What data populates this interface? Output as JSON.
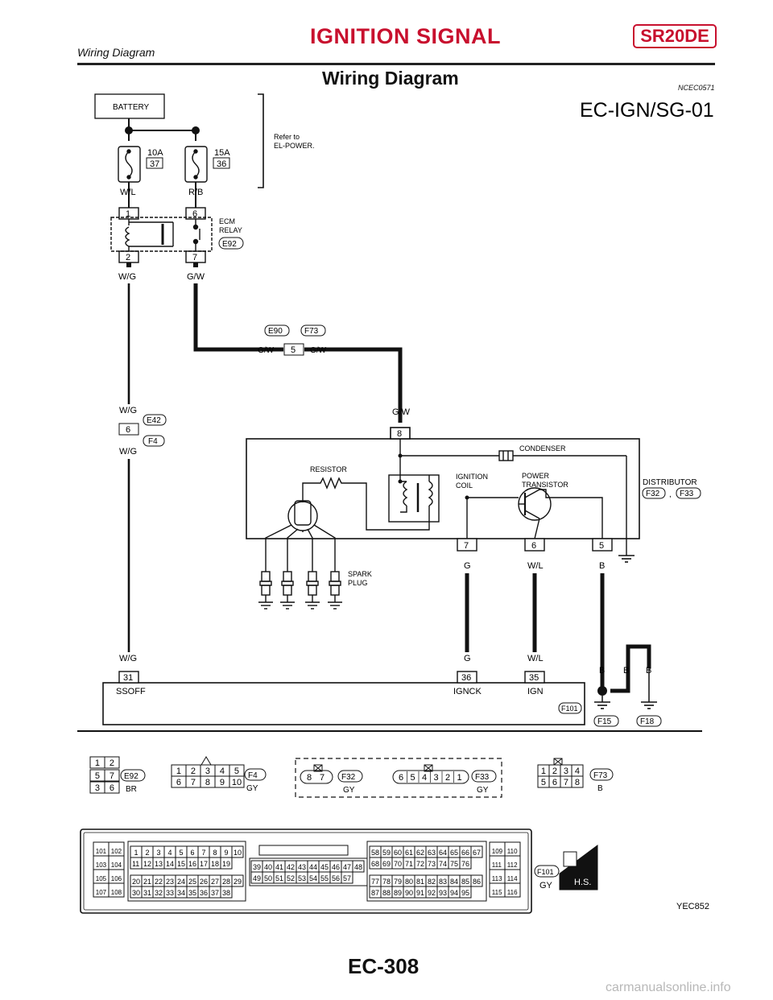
{
  "header": {
    "title": "IGNITION SIGNAL",
    "model": "SR20DE",
    "subtitle": "Wiring Diagram"
  },
  "page": {
    "heading": "Wiring Diagram",
    "ref_code": "NCEC0571",
    "diagram_id": "EC-IGN/SG-01",
    "figure_id": "YEC852",
    "page_number": "EC-308",
    "watermark": "carmanualsonline.info"
  },
  "diagram": {
    "battery": "BATTERY",
    "fuse1": {
      "rating": "10A",
      "number": "37"
    },
    "fuse2": {
      "rating": "15A",
      "number": "36"
    },
    "refer_to": [
      "Refer to",
      "EL-POWER."
    ],
    "ecm_relay": {
      "label": [
        "ECM",
        "RELAY"
      ],
      "connector": "E92",
      "pins": [
        "1",
        "6",
        "2",
        "7"
      ]
    },
    "wires": {
      "wl": "W/L",
      "rb": "R/B",
      "wg": "W/G",
      "gw": "G/W",
      "g": "G",
      "b": "B"
    },
    "joint": {
      "left": "E90",
      "right": "F73",
      "pin": "5"
    },
    "connector_e42": {
      "name": "E42",
      "pin": "6",
      "mate": "F4"
    },
    "distributor": {
      "label": "DISTRIBUTOR",
      "connectors": [
        "F32",
        "F33"
      ],
      "sep": ",",
      "pin_top": "8",
      "pins": [
        "7",
        "6",
        "5"
      ],
      "condenser": "CONDENSER",
      "resistor": "RESISTOR",
      "ignition_coil": [
        "IGNITION",
        "COIL"
      ],
      "power_transistor": [
        "POWER",
        "TRANSISTOR"
      ],
      "spark_plug": [
        "SPARK",
        "PLUG"
      ]
    },
    "ecm": {
      "pins": [
        {
          "pin": "31",
          "name": "SSOFF"
        },
        {
          "pin": "36",
          "name": "IGNCK"
        },
        {
          "pin": "35",
          "name": "IGN"
        }
      ],
      "connector": "F101"
    },
    "grounds": [
      "F15",
      "F18"
    ]
  },
  "connectors": {
    "e92": {
      "name": "E92",
      "color": "BR",
      "rows": [
        [
          "1",
          "2"
        ],
        [
          "5",
          "7"
        ],
        [
          "3",
          "6"
        ]
      ]
    },
    "f4": {
      "name": "F4",
      "color": "GY",
      "rows": [
        [
          "1",
          "2",
          "3",
          "4",
          "5"
        ],
        [
          "6",
          "7",
          "8",
          "9",
          "10"
        ]
      ]
    },
    "f32": {
      "name": "F32",
      "color": "GY",
      "rows": [
        [
          "8",
          "7"
        ]
      ]
    },
    "f33": {
      "name": "F33",
      "color": "GY",
      "rows": [
        [
          "6",
          "5",
          "4",
          "3",
          "2",
          "1"
        ]
      ]
    },
    "f73": {
      "name": "F73",
      "color": "B",
      "rows": [
        [
          "1",
          "2",
          "3",
          "4"
        ],
        [
          "5",
          "6",
          "7",
          "8"
        ]
      ]
    },
    "f101": {
      "name": "F101",
      "color": "GY",
      "hs": "H.S."
    },
    "ecm_block": {
      "g1": [
        [
          "101",
          "102"
        ],
        [
          "103",
          "104"
        ],
        [
          "105",
          "106"
        ],
        [
          "107",
          "108"
        ]
      ],
      "g2": [
        [
          "1",
          "2",
          "3",
          "4",
          "5",
          "6",
          "7",
          "8",
          "9",
          "10"
        ],
        [
          "11",
          "12",
          "13",
          "14",
          "15",
          "16",
          "17",
          "18",
          "19"
        ],
        [
          "20",
          "21",
          "22",
          "23",
          "24",
          "25",
          "26",
          "27",
          "28",
          "29"
        ],
        [
          "30",
          "31",
          "32",
          "33",
          "34",
          "35",
          "36",
          "37",
          "38"
        ]
      ],
      "g3": [
        [
          "39",
          "40",
          "41",
          "42",
          "43",
          "44",
          "45",
          "46",
          "47",
          "48"
        ],
        [
          "49",
          "50",
          "51",
          "52",
          "53",
          "54",
          "55",
          "56",
          "57"
        ]
      ],
      "g4": [
        [
          "58",
          "59",
          "60",
          "61",
          "62",
          "63",
          "64",
          "65",
          "66",
          "67"
        ],
        [
          "68",
          "69",
          "70",
          "71",
          "72",
          "73",
          "74",
          "75",
          "76"
        ],
        [
          "77",
          "78",
          "79",
          "80",
          "81",
          "82",
          "83",
          "84",
          "85",
          "86"
        ],
        [
          "87",
          "88",
          "89",
          "90",
          "91",
          "92",
          "93",
          "94",
          "95"
        ]
      ],
      "g5": [
        [
          "109",
          "110"
        ],
        [
          "111",
          "112"
        ],
        [
          "113",
          "114"
        ],
        [
          "115",
          "116"
        ]
      ]
    }
  }
}
